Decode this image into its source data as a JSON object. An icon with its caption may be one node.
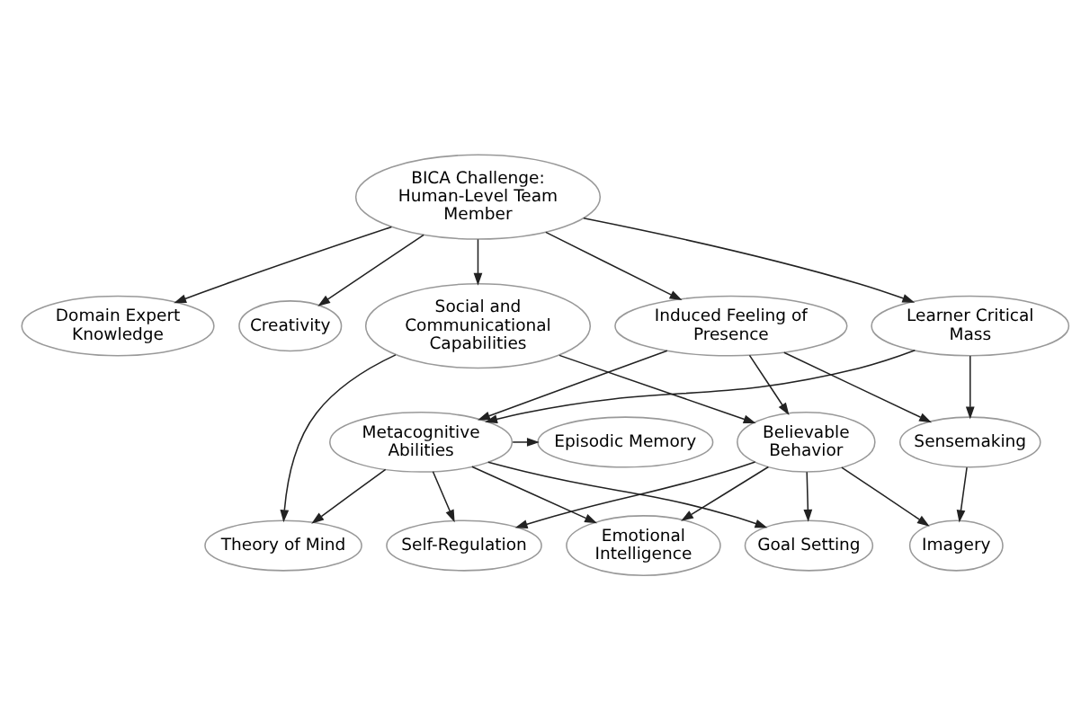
{
  "diagram": {
    "nodes": [
      {
        "text": [
          "BICA Challenge: Human-Level Team Member"
        ]
      },
      {
        "text": [
          "Domain Expert Knowledge"
        ]
      },
      {
        "text": [
          "Creativity"
        ]
      },
      {
        "text": [
          "Social and Communicational Capabilities"
        ]
      },
      {
        "text": [
          "Induced Feeling of Presence"
        ]
      },
      {
        "text": [
          "Learner Critical Mass"
        ]
      },
      {
        "text": [
          "Episodic Memory"
        ]
      },
      {
        "text": [
          "Metacognitive Abilities"
        ]
      },
      {
        "text": [
          "Believable Behavior"
        ]
      },
      {
        "text": [
          "Sensemaking"
        ]
      },
      {
        "text": [
          "Theory of Mind"
        ]
      },
      {
        "text": [
          "Self-Regulation"
        ]
      },
      {
        "text": [
          "Emotional Intelligence"
        ]
      },
      {
        "text": [
          "Goal Setting"
        ]
      },
      {
        "text": [
          "Imagery"
        ]
      }
    ],
    "edges": [
      {
        "from": 0,
        "to": 1,
        "arrow": "to"
      },
      {
        "from": 0,
        "to": 2,
        "arrow": "to"
      },
      {
        "from": 0,
        "to": 3,
        "arrow": "to"
      },
      {
        "from": 0,
        "to": 4,
        "arrow": "to"
      },
      {
        "from": 0,
        "to": 5,
        "arrow": "to"
      },
      {
        "from": 3,
        "to": 8,
        "arrow": "to"
      },
      {
        "from": 3,
        "to": 10,
        "arrow": "to"
      },
      {
        "from": 4,
        "to": 7,
        "arrow": "to"
      },
      {
        "from": 4,
        "to": 8,
        "arrow": "to"
      },
      {
        "from": 4,
        "to": 9,
        "arrow": "to"
      },
      {
        "from": 5,
        "to": 7,
        "arrow": "to"
      },
      {
        "from": 5,
        "to": 9,
        "arrow": "to"
      },
      {
        "from": 9,
        "to": 14,
        "arrow": "to"
      },
      {
        "from": 7,
        "to": 6,
        "arrow": "to"
      },
      {
        "from": 7,
        "to": 10,
        "arrow": "to"
      },
      {
        "from": 7,
        "to": 11,
        "arrow": "to"
      },
      {
        "from": 7,
        "to": 12,
        "arrow": "to"
      },
      {
        "from": 7,
        "to": 13,
        "arrow": "to"
      },
      {
        "from": 8,
        "to": 11,
        "arrow": "to"
      },
      {
        "from": 8,
        "to": 12,
        "arrow": "to"
      },
      {
        "from": 8,
        "to": 13,
        "arrow": "to"
      },
      {
        "from": 8,
        "to": 14,
        "arrow": "to"
      }
    ]
  }
}
